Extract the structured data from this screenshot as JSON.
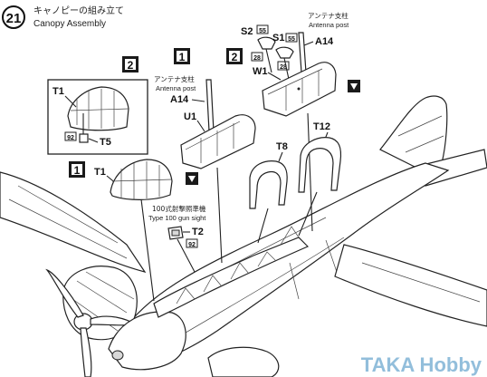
{
  "header": {
    "step_number": "21",
    "title_jp": "キャノピーの組み立て",
    "title_en": "Canopy Assembly"
  },
  "subassembly_markers": {
    "left_box": "2",
    "center": "1",
    "right": "2",
    "left_lower": "1"
  },
  "labels": {
    "t1_box": "T1",
    "t5": "T5",
    "ref_92_box": "92",
    "t1_lower": "T1",
    "antenna_jp_center": "アンテナ支柱",
    "antenna_en_center": "Antenna post",
    "a14_center": "A14",
    "u1": "U1",
    "s2": "S2",
    "ref_55_s2": "55",
    "ref_28_s2": "28",
    "s1": "S1",
    "ref_55_s1": "55",
    "ref_28_s1": "28",
    "antenna_jp_right": "アンテナ支柱",
    "antenna_en_right": "Antenna post",
    "a14_right": "A14",
    "w1": "W1",
    "t12": "T12",
    "t8": "T8",
    "gunsight_jp": "100式射撃照準機",
    "gunsight_en": "Type 100 gun sight",
    "t2": "T2",
    "ref_92_sight": "92"
  },
  "watermark": "TAKA Hobby",
  "colors": {
    "ink": "#222222",
    "marker_bg": "#1a1a1a",
    "watermark": "#7fb3d5"
  }
}
